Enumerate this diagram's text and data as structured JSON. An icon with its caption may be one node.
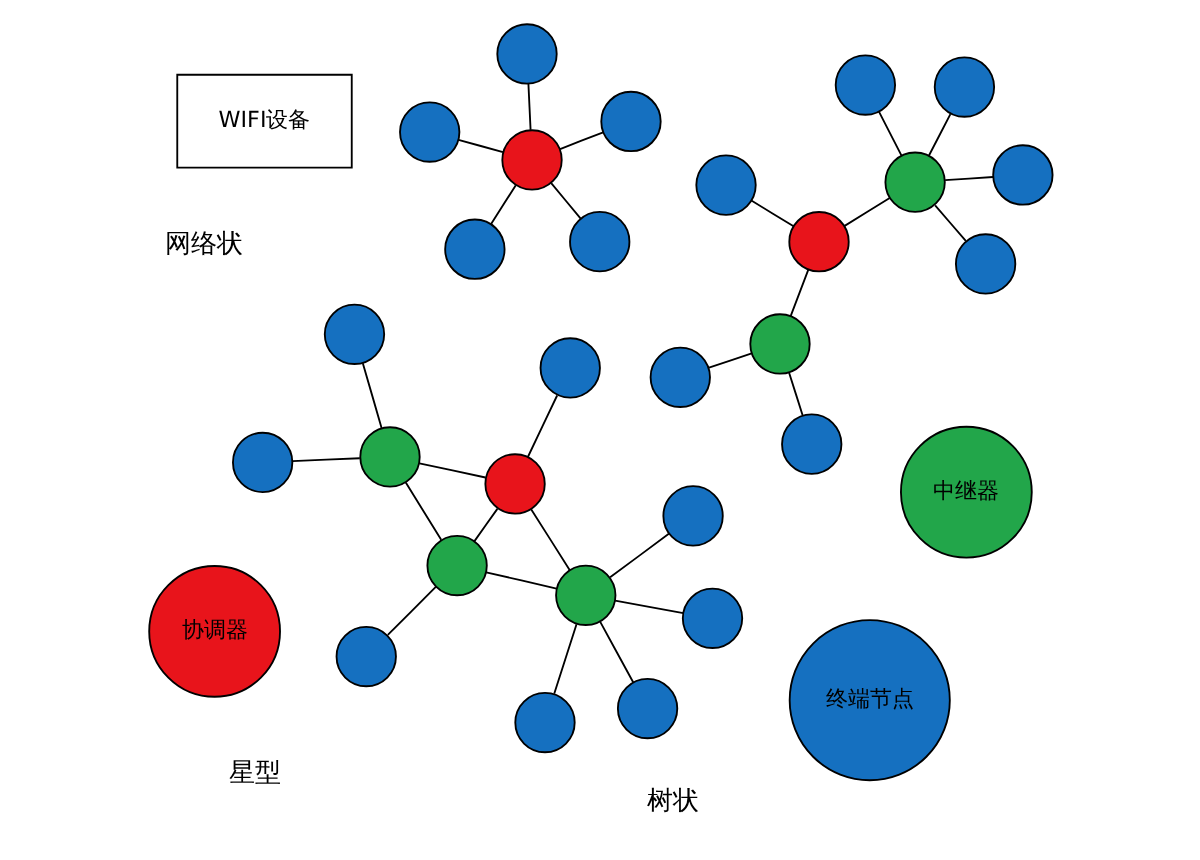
{
  "diagram": {
    "nodes": [
      {
        "text": [
          "WIFI设备"
        ]
      },
      {
        "text": [
          "协调器"
        ]
      },
      {
        "text": [
          "中继器"
        ]
      },
      {
        "text": [
          "终端节点"
        ]
      },
      {
        "text": [],
        "shape": "circle"
      },
      {
        "text": [],
        "shape": "circle"
      },
      {
        "text": [],
        "shape": "circle"
      },
      {
        "text": [],
        "shape": "circle"
      },
      {
        "text": [],
        "shape": "circle"
      },
      {
        "text": [],
        "shape": "circle"
      },
      {
        "text": [],
        "shape": "circle"
      },
      {
        "text": [],
        "shape": "circle"
      },
      {
        "text": [],
        "shape": "circle"
      },
      {
        "text": [],
        "shape": "circle"
      },
      {
        "text": [],
        "shape": "circle"
      },
      {
        "text": [],
        "shape": "circle"
      },
      {
        "text": [],
        "shape": "circle"
      },
      {
        "text": [],
        "shape": "circle"
      },
      {
        "text": [],
        "shape": "circle"
      },
      {
        "text": [],
        "shape": "circle"
      },
      {
        "text": [],
        "shape": "circle"
      },
      {
        "text": [],
        "shape": "circle"
      },
      {
        "text": [],
        "shape": "circle"
      },
      {
        "text": [],
        "shape": "circle"
      },
      {
        "text": [],
        "shape": "circle"
      },
      {
        "text": [],
        "shape": "circle"
      },
      {
        "text": [],
        "shape": "circle"
      },
      {
        "text": [],
        "shape": "circle"
      },
      {
        "text": [],
        "shape": "circle"
      },
      {
        "text": [],
        "shape": "circle"
      },
      {
        "text": [],
        "shape": "circle"
      },
      {
        "text": [],
        "shape": "circle"
      }
    ],
    "edges": [
      {
        "from": 4,
        "to": 5,
        "arrow": "none"
      },
      {
        "from": 4,
        "to": 6,
        "arrow": "none"
      },
      {
        "from": 4,
        "to": 7,
        "arrow": "none"
      },
      {
        "from": 4,
        "to": 8,
        "arrow": "none"
      },
      {
        "from": 4,
        "to": 9,
        "arrow": "none"
      },
      {
        "from": 10,
        "to": 13,
        "arrow": "none"
      },
      {
        "from": 10,
        "to": 11,
        "arrow": "none"
      },
      {
        "from": 10,
        "to": 12,
        "arrow": "none"
      },
      {
        "from": 11,
        "to": 14,
        "arrow": "none"
      },
      {
        "from": 11,
        "to": 15,
        "arrow": "none"
      },
      {
        "from": 11,
        "to": 16,
        "arrow": "none"
      },
      {
        "from": 11,
        "to": 17,
        "arrow": "none"
      },
      {
        "from": 12,
        "to": 18,
        "arrow": "none"
      },
      {
        "from": 12,
        "to": 19,
        "arrow": "none"
      },
      {
        "from": 20,
        "to": 24,
        "arrow": "none"
      },
      {
        "from": 20,
        "to": 21,
        "arrow": "none"
      },
      {
        "from": 20,
        "to": 22,
        "arrow": "none"
      },
      {
        "from": 20,
        "to": 23,
        "arrow": "none"
      },
      {
        "from": 21,
        "to": 22,
        "arrow": "none"
      },
      {
        "from": 22,
        "to": 23,
        "arrow": "none"
      },
      {
        "from": 21,
        "to": 25,
        "arrow": "none"
      },
      {
        "from": 21,
        "to": 26,
        "arrow": "none"
      },
      {
        "from": 21,
        "to": 27,
        "arrow": "none"
      },
      {
        "from": 21,
        "to": 28,
        "arrow": "none"
      },
      {
        "from": 22,
        "to": 29,
        "arrow": "none"
      },
      {
        "from": 23,
        "to": 30,
        "arrow": "none"
      },
      {
        "from": 23,
        "to": 31,
        "arrow": "none"
      }
    ],
    "labels": [
      "星型",
      "树状",
      "网络状"
    ]
  }
}
